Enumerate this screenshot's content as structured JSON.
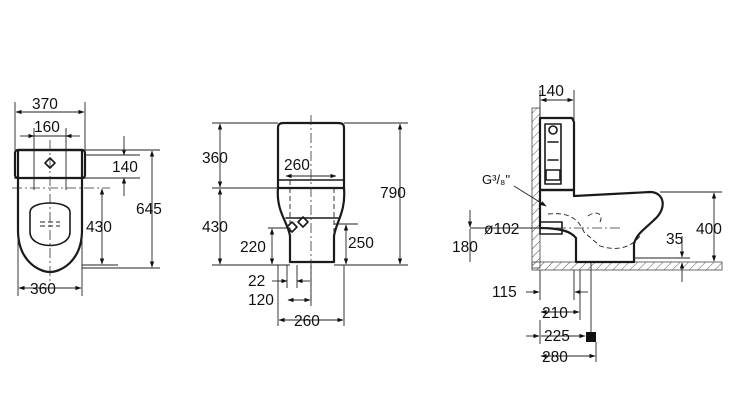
{
  "top_view": {
    "width_top": "370",
    "inlet_spacing": "160",
    "tank_depth": "140",
    "seat_height_offset": "430",
    "total_length": "645",
    "width_bottom": "360"
  },
  "front_view": {
    "tank_height": "360",
    "tank_inner_width": "260",
    "bowl_height": "430",
    "overall_height": "790",
    "inlet_height": "220",
    "side_inlet_height": "250",
    "offset_small": "22",
    "offset_mid": "120",
    "base_width": "260"
  },
  "side_view": {
    "tank_width": "140",
    "thread_label": "G³/₈\"",
    "pipe_diameter": "ø102",
    "height_180": "180",
    "height_35": "35",
    "height_400": "400",
    "dist_115": "115",
    "dist_210": "210",
    "dist_225": "225",
    "dist_280": "280"
  }
}
